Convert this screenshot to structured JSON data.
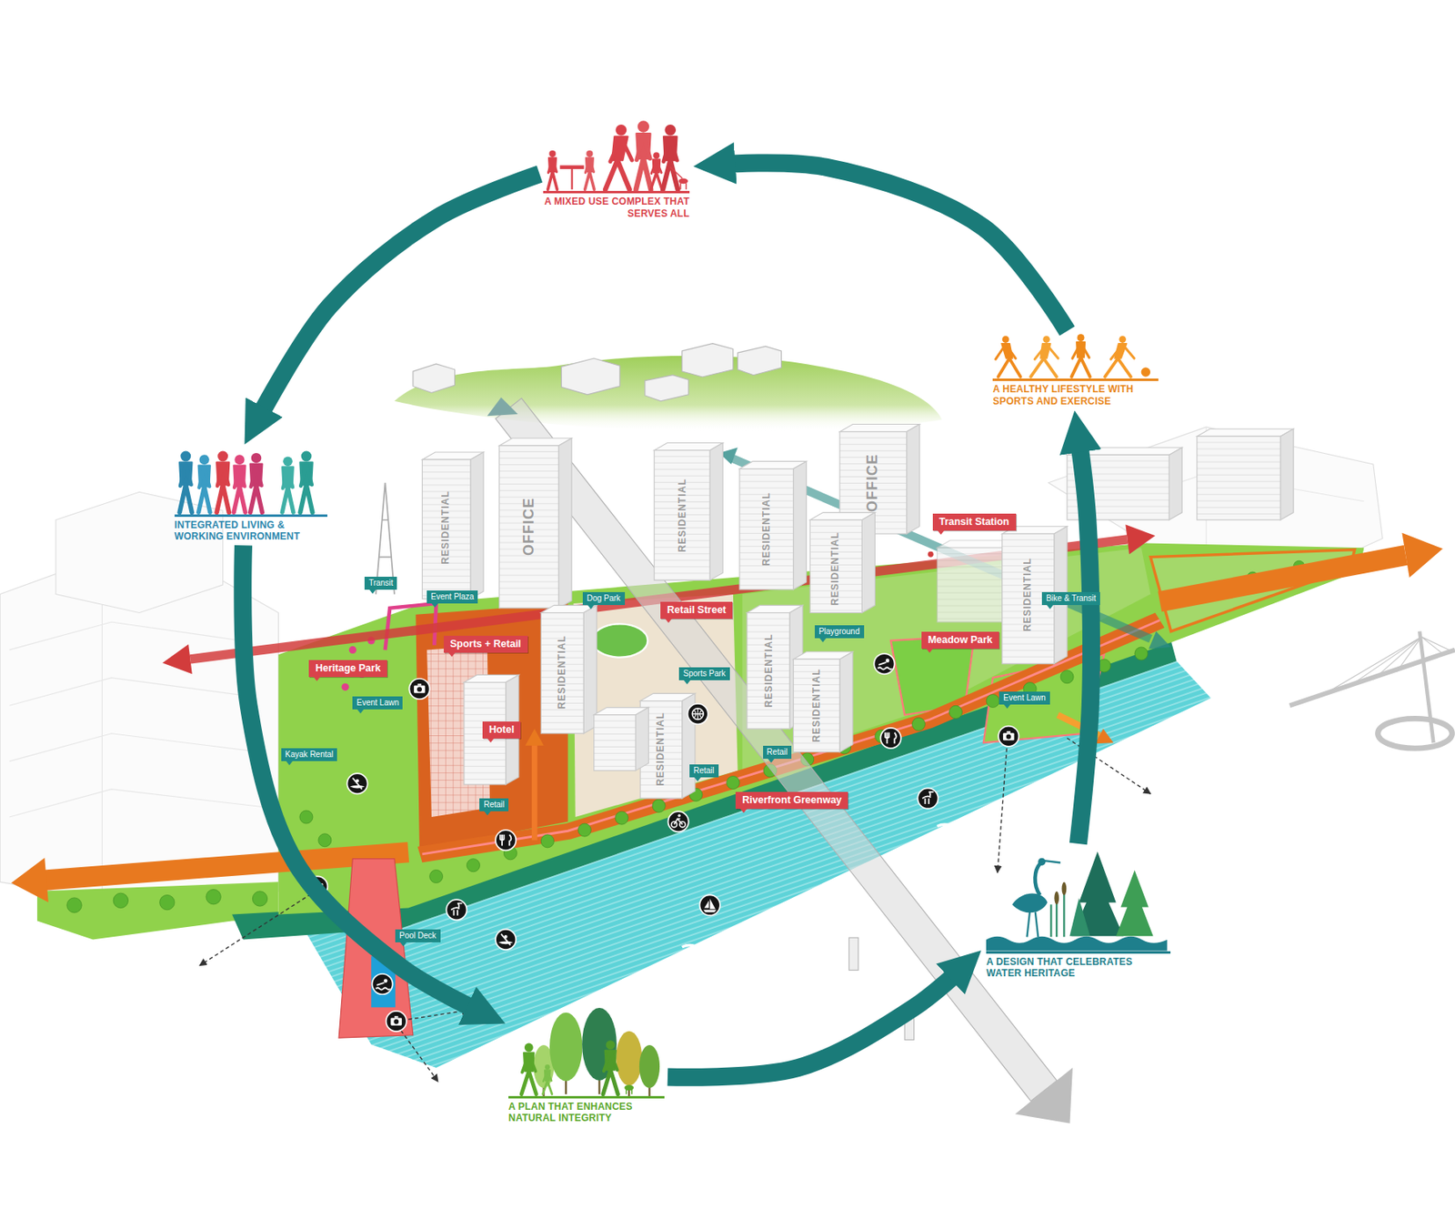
{
  "diagram": {
    "nodes": [
      {
        "text": [
          "A MIXED USE COMPLEX THAT SERVES ALL"
        ]
      },
      {
        "text": [
          "A HEALTHY LIFESTYLE WITH SPORTS AND EXERCISE"
        ]
      },
      {
        "text": [
          "INTEGRATED LIVING & WORKING ENVIRONMENT"
        ]
      },
      {
        "text": [
          "Transit Station"
        ]
      },
      {
        "text": [
          "Transit"
        ]
      },
      {
        "text": [
          "Event Plaza"
        ]
      },
      {
        "text": [
          "Dog Park"
        ]
      },
      {
        "text": [
          "Bike & Transit"
        ]
      },
      {
        "text": [
          "Retail Street"
        ]
      },
      {
        "text": [
          "Playground"
        ]
      },
      {
        "text": [
          "Meadow Park"
        ]
      },
      {
        "text": [
          "Sports + Retail"
        ]
      },
      {
        "text": [
          "Heritage Park"
        ]
      },
      {
        "text": [
          "Sports Park"
        ]
      },
      {
        "text": [
          "Event Lawn"
        ]
      },
      {
        "text": [
          "Event Lawn"
        ]
      },
      {
        "text": [
          "Hotel"
        ]
      },
      {
        "text": [
          "Kayak Rental"
        ]
      },
      {
        "text": [
          "Retail"
        ]
      },
      {
        "text": [
          "Retail"
        ]
      },
      {
        "text": [
          "Riverfront Greenway"
        ]
      },
      {
        "text": [
          "Retail"
        ]
      },
      {
        "text": [
          "Pool Deck"
        ]
      },
      {
        "text": [
          "A DESIGN THAT CELEBRATES WATER HERITAGE"
        ]
      },
      {
        "text": [
          "A PLAN THAT ENHANCES NATURAL INTEGRITY"
        ]
      }
    ],
    "edges": [
      {
        "from": 0,
        "to": 2,
        "arrow": "to"
      },
      {
        "from": 2,
        "to": 24,
        "arrow": "to"
      },
      {
        "from": 24,
        "to": 23,
        "arrow": "to"
      },
      {
        "from": 23,
        "to": 1,
        "arrow": "to"
      },
      {
        "from": 1,
        "to": 0,
        "arrow": "to"
      }
    ],
    "labels": [
      "RESIDENTIAL",
      "OFFICE",
      "RESIDENTIAL",
      "RESIDENTIAL",
      "RESIDENTIAL",
      "OFFICE",
      "RESIDENTIAL",
      "RESIDENTIAL",
      "RESIDENTIAL",
      "RESIDENTIAL",
      "RESIDENTIAL"
    ]
  }
}
